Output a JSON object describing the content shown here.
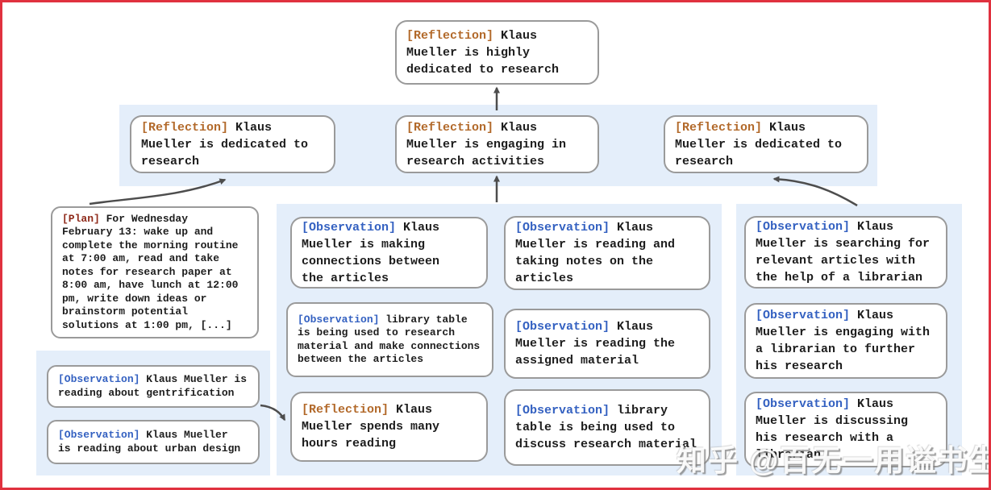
{
  "colors": {
    "frame-red": "#e0313f",
    "band-blue": "#e4eefa",
    "node-border": "#9a9a9a",
    "text-dark": "#1d1d1d",
    "tag-reflection": "#b2692a",
    "tag-observation": "#3461c1",
    "tag-plan": "#8f2a1a",
    "arrow-gray": "#4d4d4d"
  },
  "nodes": {
    "root": {
      "tag": "[Reflection]",
      "text": "Klaus\nMueller is highly\ndedicated to research"
    },
    "r2_left": {
      "tag": "[Reflection]",
      "text": "Klaus\nMueller is dedicated to\nresearch"
    },
    "r2_mid": {
      "tag": "[Reflection]",
      "text": "Klaus\nMueller is engaging in\nresearch activities"
    },
    "r2_right": {
      "tag": "[Reflection]",
      "text": "Klaus\nMueller is dedicated to\nresearch"
    },
    "plan": {
      "tag": "[Plan]",
      "text": "For Wednesday\nFebruary 13: wake up and\ncomplete the morning routine\nat 7:00 am, read and take\nnotes for research paper at\n8:00 am, have lunch at 12:00\npm, write down ideas or\nbrainstorm potential\nsolutions at 1:00 pm, [...]"
    },
    "obs_gentrification": {
      "tag": "[Observation]",
      "text": "Klaus Mueller is\nreading about gentrification"
    },
    "obs_urban_design": {
      "tag": "[Observation]",
      "text": "Klaus Mueller\nis reading about urban design"
    },
    "obs_connections": {
      "tag": "[Observation]",
      "text": "Klaus\nMueller is making\nconnections between\nthe articles"
    },
    "obs_library_research": {
      "tag": "[Observation]",
      "text": "library table\nis being used to research\nmaterial and make connections\nbetween the articles"
    },
    "refl_hours_reading": {
      "tag": "[Reflection]",
      "text": "Klaus\nMueller spends many\nhours reading"
    },
    "obs_taking_notes": {
      "tag": "[Observation]",
      "text": "Klaus\nMueller is reading and\ntaking notes on the\narticles"
    },
    "obs_assigned_material": {
      "tag": "[Observation]",
      "text": "Klaus\nMueller is reading the\nassigned material"
    },
    "obs_library_discuss": {
      "tag": "[Observation]",
      "text": "library\ntable is being used to\ndiscuss research material"
    },
    "obs_searching_articles": {
      "tag": "[Observation]",
      "text": "Klaus\nMueller is searching for\nrelevant articles with\nthe help of a librarian"
    },
    "obs_engaging_librarian": {
      "tag": "[Observation]",
      "text": "Klaus\nMueller is engaging with\na librarian to further\nhis research"
    },
    "obs_discussing_librarian": {
      "tag": "[Observation]",
      "text": "Klaus\nMueller is discussing\nhis research with a\nlibrarian"
    }
  },
  "watermark": {
    "text": "知乎 @百无一用谥书生"
  }
}
